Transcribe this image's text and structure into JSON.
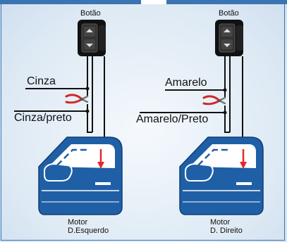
{
  "left": {
    "button_label": "Botão",
    "wire_top_label": "Cinza",
    "wire_bottom_label": "Cinza/preto",
    "motor_line1": "Motor",
    "motor_line2": "D.Esquerdo"
  },
  "right": {
    "button_label": "Botão",
    "wire_top_label": "Amarelo",
    "wire_bottom_label": "Amarelo/Preto",
    "motor_line1": "Motor",
    "motor_line2": "D. Direito"
  },
  "colors": {
    "frame": "#3b74b3",
    "door_fill": "#1f5fa6",
    "arrow": "#e0292b",
    "pliers": "#cc2a2a",
    "switch_body": "#111111",
    "background": "#e6eff8"
  },
  "icons": [
    "window-switch-icon",
    "wire-cutter-icon",
    "car-door-icon",
    "down-arrow-icon"
  ]
}
